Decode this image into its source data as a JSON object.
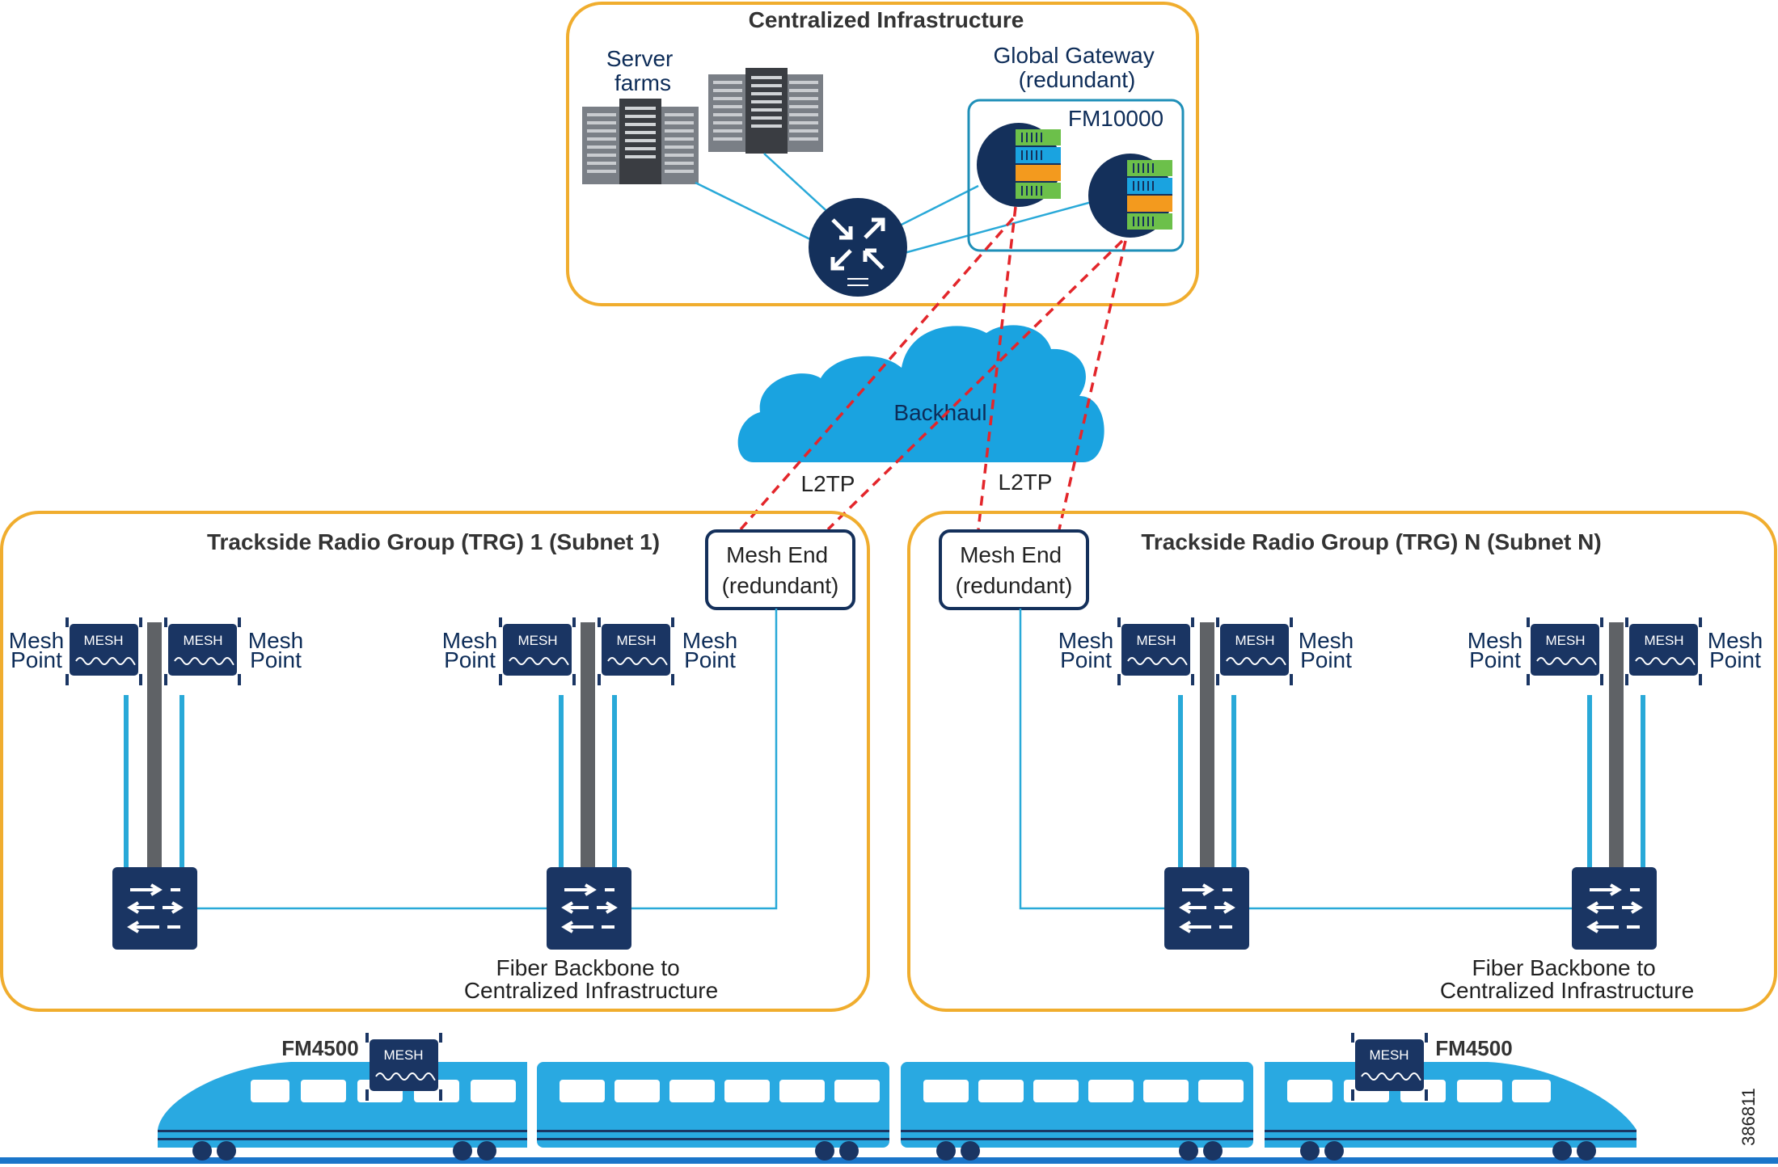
{
  "colors": {
    "group_border": "#f0ad2e",
    "navy": "#1a3563",
    "cyan": "#1ea8e0",
    "link_blue": "#29a9d8",
    "tunnel_red": "#e3262b",
    "server_gray": "#7a7f86",
    "pole_gray": "#5f6266",
    "cloud": "#1aa3e0",
    "train": "#29a9e1"
  },
  "central": {
    "title": "Centralized Infrastructure",
    "server_label": [
      "Server",
      "farms"
    ],
    "gateway_label": [
      "Global Gateway",
      "(redundant)"
    ],
    "fm10000": "FM10000"
  },
  "backhaul": {
    "label": "Backhaul",
    "l2tp_left": "L2TP",
    "l2tp_right": "L2TP"
  },
  "trg1": {
    "title": "Trackside Radio Group (TRG) 1 (Subnet 1)",
    "mesh_end": [
      "Mesh End",
      "(redundant)"
    ],
    "fiber": [
      "Fiber Backbone to",
      "Centralized Infrastructure"
    ]
  },
  "trgn": {
    "title": "Trackside Radio Group (TRG) N (Subnet N)",
    "mesh_end": [
      "Mesh End",
      "(redundant)"
    ],
    "fiber": [
      "Fiber Backbone to",
      "Centralized Infrastructure"
    ]
  },
  "mesh_point_label": [
    "Mesh",
    "Point"
  ],
  "mesh_badge": "MESH",
  "train": {
    "fm_left": "FM4500",
    "fm_right": "FM4500"
  },
  "figure_id": "386811",
  "icons": [
    "server-icon",
    "router-icon",
    "gateway-icon",
    "cloud-icon",
    "mesh-radio-icon",
    "switch-icon",
    "train-icon"
  ]
}
